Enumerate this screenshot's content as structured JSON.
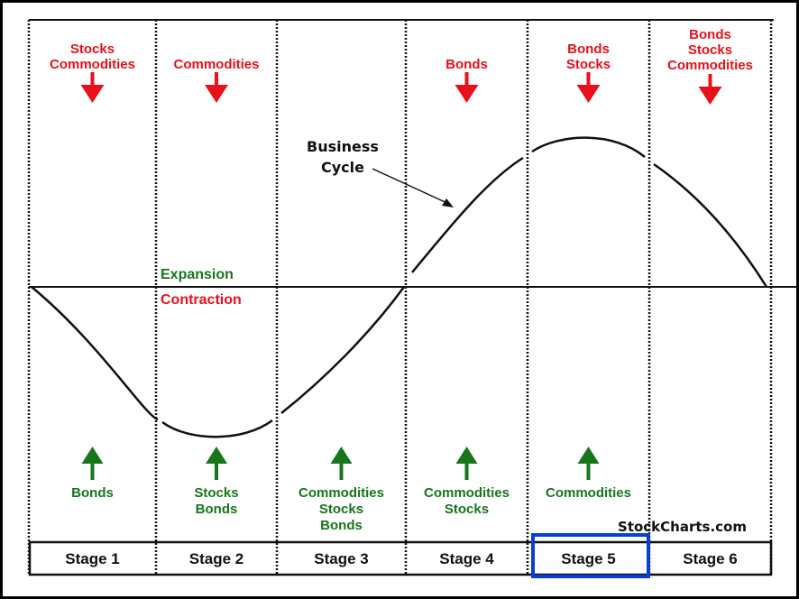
{
  "title_label": "Business Cycle",
  "label_business": "Business",
  "label_cycle": "Cycle",
  "expansion": "Expansion",
  "contraction": "Contraction",
  "watermark": "StockCharts.com",
  "selected_stage": "Stage 5",
  "colors": {
    "falling": "#e8101a",
    "rising": "#17761c",
    "highlight": "#0a3fd6"
  },
  "stages": [
    {
      "name": "Stage 1",
      "falling": [
        "Stocks",
        "Commodities"
      ],
      "rising": [
        "Bonds"
      ]
    },
    {
      "name": "Stage 2",
      "falling": [
        "Commodities"
      ],
      "rising": [
        "Stocks",
        "Bonds"
      ]
    },
    {
      "name": "Stage 3",
      "falling": [],
      "rising": [
        "Commodities",
        "Stocks",
        "Bonds"
      ]
    },
    {
      "name": "Stage 4",
      "falling": [
        "Bonds"
      ],
      "rising": [
        "Commodities",
        "Stocks"
      ]
    },
    {
      "name": "Stage 5",
      "falling": [
        "Bonds",
        "Stocks"
      ],
      "rising": [
        "Commodities"
      ]
    },
    {
      "name": "Stage 6",
      "falling": [
        "Bonds",
        "Stocks",
        "Commodities"
      ],
      "rising": []
    }
  ]
}
